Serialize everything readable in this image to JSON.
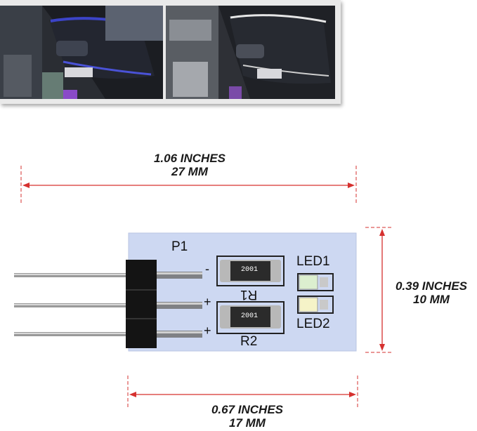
{
  "dimensions": {
    "top": {
      "inches": "1.06 INCHES",
      "mm": "27 MM"
    },
    "right": {
      "inches": "0.39 INCHES",
      "mm": "10 MM"
    },
    "bottom": {
      "inches": "0.67 INCHES",
      "mm": "17 MM"
    }
  },
  "pcb": {
    "header_label": "P1",
    "led1_label": "LED1",
    "led2_label": "LED2",
    "r1_label": "R1",
    "r2_label": "R2",
    "r1_code": "2001",
    "r2_code": "2001",
    "pin1_sign": "-",
    "pin2_sign": "+",
    "pin3_sign": "+"
  },
  "colors": {
    "dimension_red": "#d6312f",
    "pcb_blue": "#cdd8f2",
    "led1": "#dcefcf",
    "led2": "#f5f3c8",
    "ambient_light_blue": "#3c44c8"
  }
}
